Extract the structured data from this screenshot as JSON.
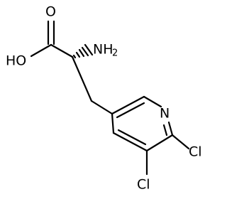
{
  "structure": {
    "atoms": {
      "carbonyl_o": "O",
      "hydroxyl": "HO",
      "amino_n": "NH",
      "amino_sub": "2",
      "ring_n": "N",
      "chloro_1": "Cl",
      "chloro_2": "Cl"
    }
  }
}
